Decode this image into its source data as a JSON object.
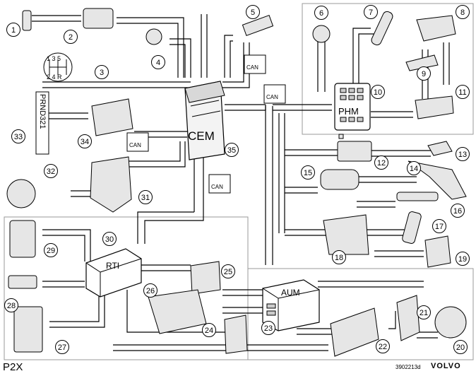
{
  "diagram": {
    "hub_label": "CEM",
    "phm_label": "PHM",
    "rti_label": "RTI",
    "aum_label": "AUM",
    "can_label": "CAN",
    "gear_top": "1 3 5",
    "gear_bottom": "2 4 R",
    "selector_letters": "PRND321",
    "footer_left": "P2X",
    "footer_code": "3902213d",
    "footer_brand": "VOLVO",
    "callouts": [
      "1",
      "2",
      "3",
      "4",
      "5",
      "6",
      "7",
      "8",
      "9",
      "10",
      "11",
      "12",
      "13",
      "14",
      "15",
      "16",
      "17",
      "18",
      "19",
      "20",
      "21",
      "22",
      "23",
      "24",
      "25",
      "26",
      "27",
      "28",
      "29",
      "30",
      "31",
      "32",
      "33",
      "34",
      "35"
    ]
  },
  "colors": {
    "line": "#000000",
    "box_border": "#9a9a9a",
    "part_fill": "#e6e6e6"
  }
}
